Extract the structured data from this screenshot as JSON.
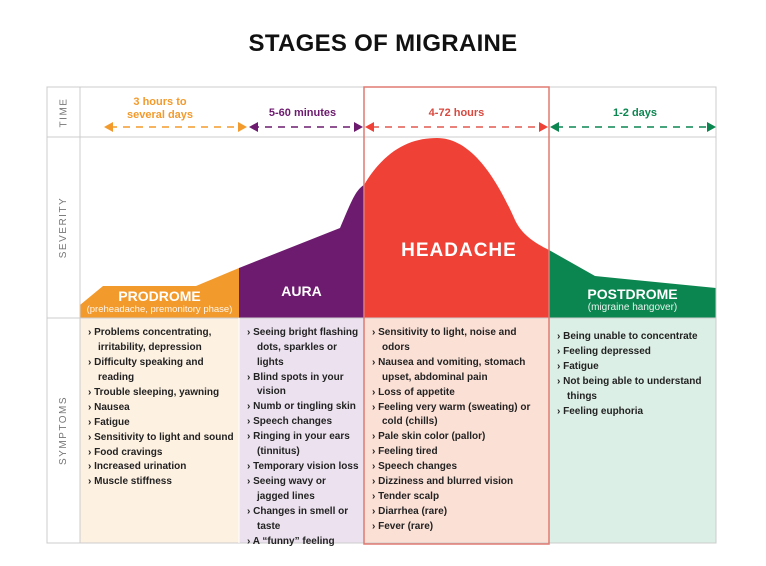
{
  "title": "STAGES OF MIGRAINE",
  "row_labels": {
    "time": "TIME",
    "severity": "SEVERITY",
    "symptoms": "SYMPTOMS"
  },
  "colors": {
    "prodrome": "#f39a2c",
    "aura": "#6c1b6e",
    "headache": "#ef4136",
    "postdrome": "#0c8650"
  },
  "stages": [
    {
      "name": "PRODROME",
      "subtitle": "(preheadache, premonitory phase)",
      "duration": "3 hours to several days",
      "symptoms": [
        "Problems concentrating, irritability, depression",
        "Difficulty speaking and reading",
        "Trouble sleeping, yawning",
        "Nausea",
        "Fatigue",
        "Sensitivity to light and sound",
        "Food cravings",
        "Increased urination",
        "Muscle stiffness"
      ]
    },
    {
      "name": "AURA",
      "subtitle": "",
      "duration": "5-60 minutes",
      "symptoms": [
        "Seeing bright flashing dots, sparkles or lights",
        "Blind spots in your vision",
        "Numb or tingling skin",
        "Speech changes",
        "Ringing in your ears (tinnitus)",
        "Temporary vision loss",
        "Seeing wavy or jagged lines",
        "Changes in smell or taste",
        "A “funny” feeling"
      ]
    },
    {
      "name": "HEADACHE",
      "subtitle": "",
      "duration": "4-72 hours",
      "symptoms": [
        "Sensitivity to light, noise and odors",
        "Nausea and vomiting, stomach upset, abdominal pain",
        "Loss of appetite",
        "Feeling very warm (sweating) or cold (chills)",
        "Pale skin color (pallor)",
        "Feeling tired",
        "Speech changes",
        "Dizziness and blurred vision",
        "Tender scalp",
        "Diarrhea (rare)",
        "Fever (rare)"
      ]
    },
    {
      "name": "POSTDROME",
      "subtitle": "(migraine hangover)",
      "duration": "1-2 days",
      "symptoms": [
        "Being unable to concentrate",
        "Feeling depressed",
        "Fatigue",
        "Not being able to understand things",
        "Feeling euphoria"
      ]
    }
  ]
}
